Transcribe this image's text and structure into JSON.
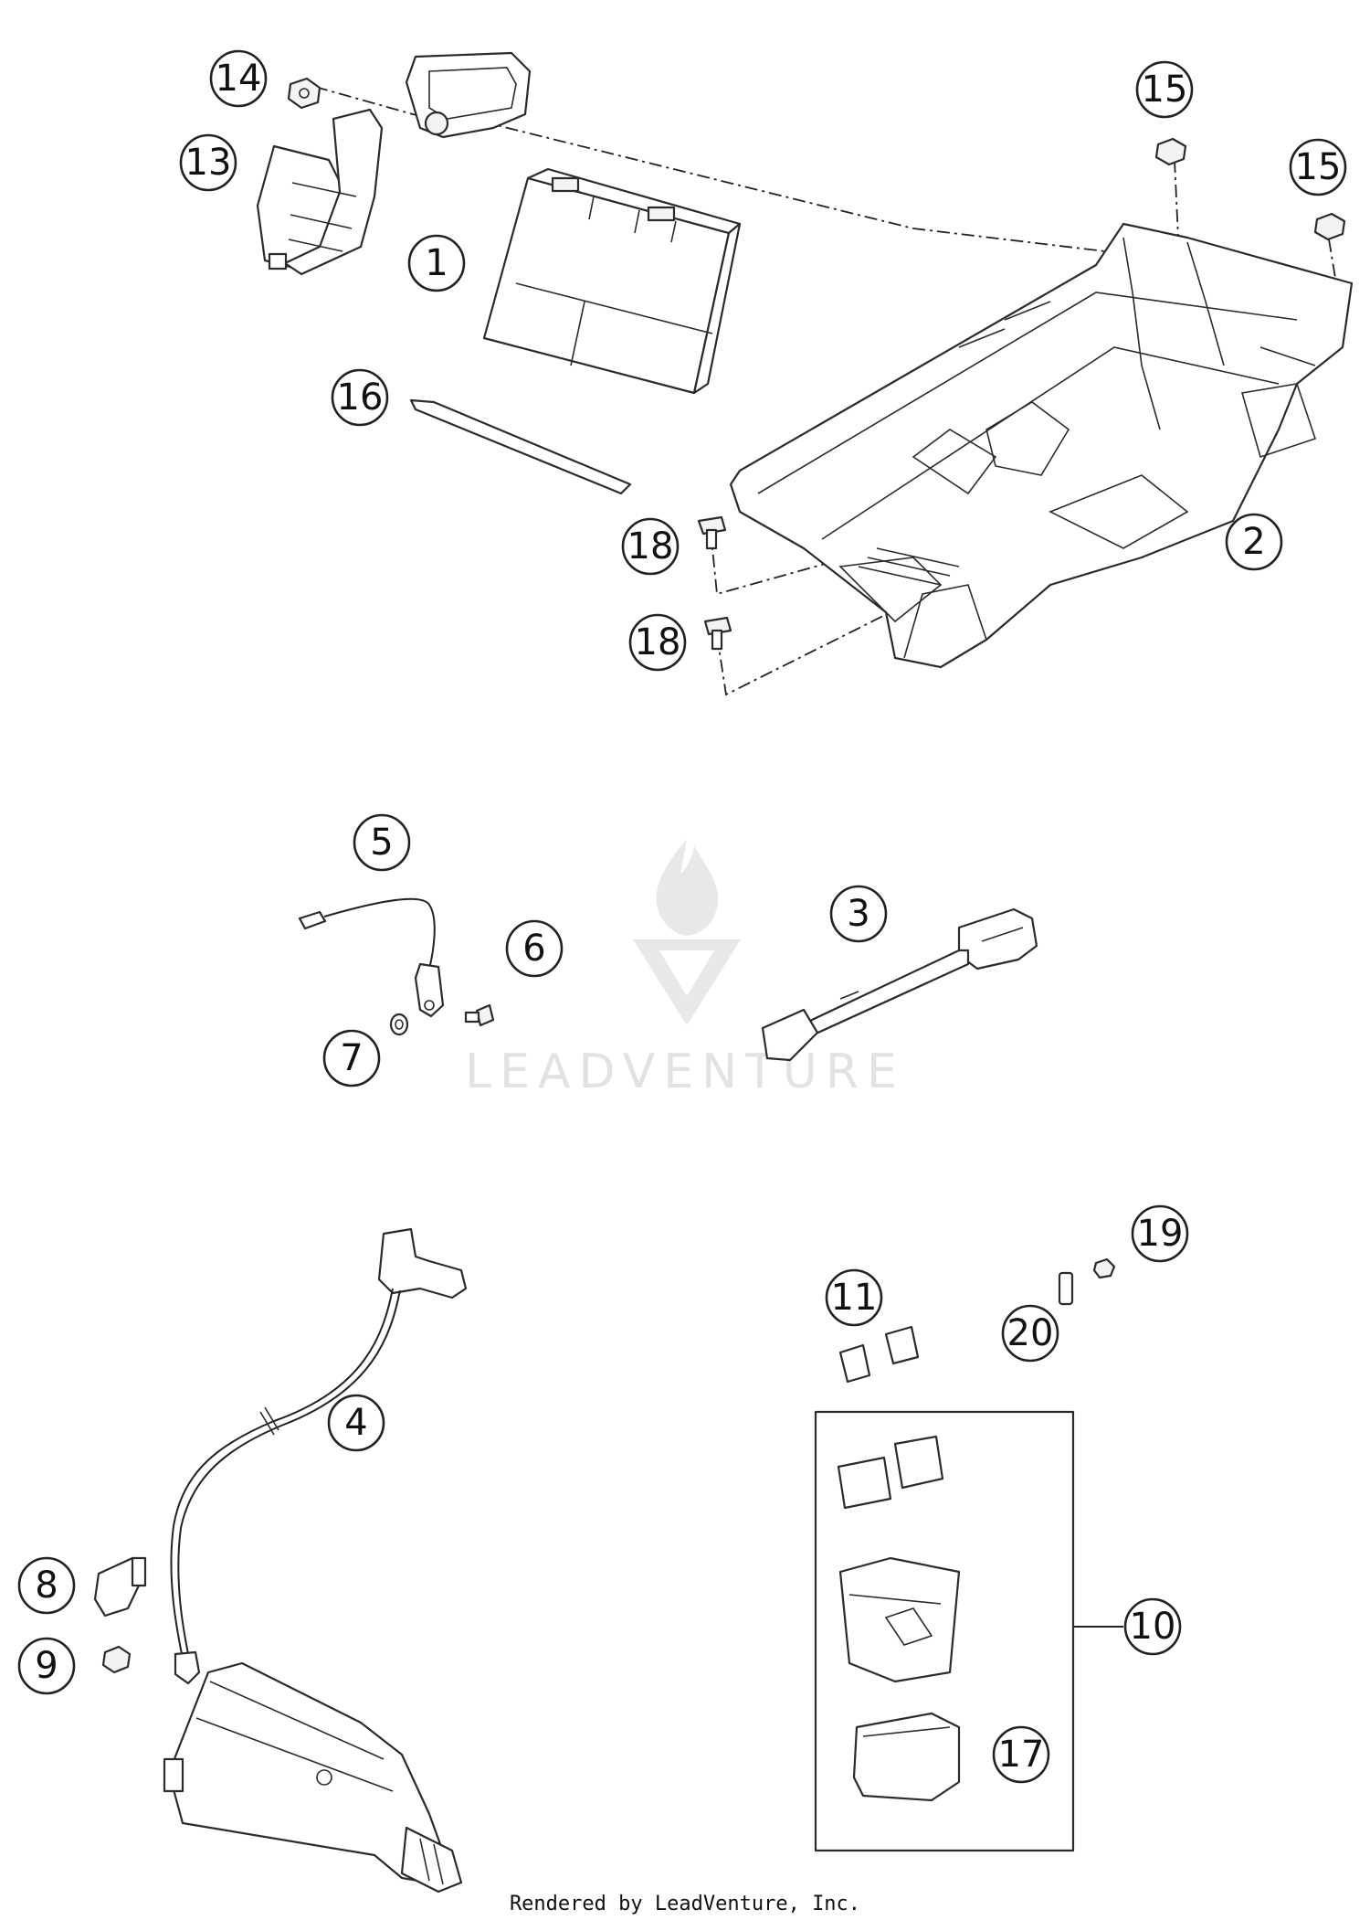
{
  "watermark": {
    "text": "LEADVENTURE"
  },
  "footer": {
    "text": "Rendered by LeadVenture, Inc."
  },
  "callouts": [
    {
      "id": "1",
      "label": "1"
    },
    {
      "id": "2",
      "label": "2"
    },
    {
      "id": "3",
      "label": "3"
    },
    {
      "id": "4",
      "label": "4"
    },
    {
      "id": "5",
      "label": "5"
    },
    {
      "id": "6",
      "label": "6"
    },
    {
      "id": "7",
      "label": "7"
    },
    {
      "id": "8",
      "label": "8"
    },
    {
      "id": "9",
      "label": "9"
    },
    {
      "id": "10",
      "label": "10"
    },
    {
      "id": "11",
      "label": "11"
    },
    {
      "id": "13",
      "label": "13"
    },
    {
      "id": "14",
      "label": "14"
    },
    {
      "id": "15a",
      "label": "15"
    },
    {
      "id": "15b",
      "label": "15"
    },
    {
      "id": "16",
      "label": "16"
    },
    {
      "id": "17",
      "label": "17"
    },
    {
      "id": "18a",
      "label": "18"
    },
    {
      "id": "18b",
      "label": "18"
    },
    {
      "id": "19",
      "label": "19"
    },
    {
      "id": "20",
      "label": "20"
    }
  ]
}
